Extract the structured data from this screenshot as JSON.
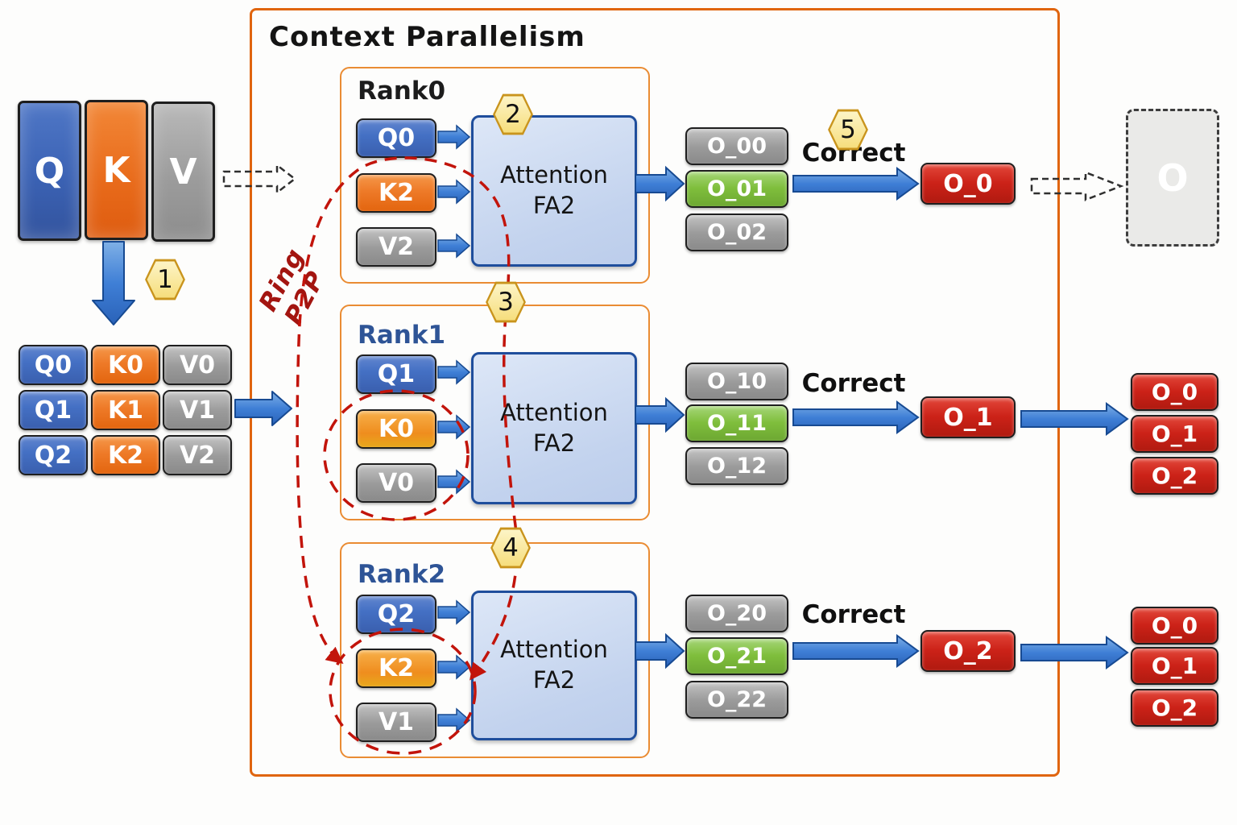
{
  "title": "Context Parallelism",
  "ring_label": "Ring P2P",
  "badges": [
    "1",
    "2",
    "3",
    "4",
    "5"
  ],
  "input": {
    "tensors": [
      "Q",
      "K",
      "V"
    ],
    "chip_rows": [
      [
        "Q0",
        "K0",
        "V0"
      ],
      [
        "Q1",
        "K1",
        "V1"
      ],
      [
        "Q2",
        "K2",
        "V2"
      ]
    ]
  },
  "ranks": [
    {
      "name": "Rank0",
      "chips": [
        "Q0",
        "K2",
        "V2"
      ],
      "attention": {
        "line1": "Attention",
        "line2": "FA2"
      },
      "outputs": [
        "O_00",
        "O_01",
        "O_02"
      ],
      "correct": "Correct",
      "result": "O_0"
    },
    {
      "name": "Rank1",
      "chips": [
        "Q1",
        "K0",
        "V0"
      ],
      "attention": {
        "line1": "Attention",
        "line2": "FA2"
      },
      "outputs": [
        "O_10",
        "O_11",
        "O_12"
      ],
      "correct": "Correct",
      "result": "O_1"
    },
    {
      "name": "Rank2",
      "chips": [
        "Q2",
        "K2",
        "V1"
      ],
      "attention": {
        "line1": "Attention",
        "line2": "FA2"
      },
      "outputs": [
        "O_20",
        "O_21",
        "O_22"
      ],
      "correct": "Correct",
      "result": "O_2"
    }
  ],
  "output": {
    "merged": "O",
    "stacks": [
      [
        "O_0",
        "O_1",
        "O_2"
      ],
      [
        "O_0",
        "O_1",
        "O_2"
      ]
    ]
  },
  "colors": {
    "container_orange": "#e0650f",
    "rank_border_orange": "#ea8c33",
    "chip_blue": "#4470c4",
    "chip_orange": "#ee7a28",
    "chip_gray": "#9b9b9b",
    "chip_green": "#7fbe3c",
    "chip_red": "#cc2218",
    "attention_fill": "#c3d3ee",
    "attention_border": "#1f4e9c",
    "arrow_blue": "#3f7fd6",
    "ring_red": "#c2140b",
    "badge_fill": "#f6dd7a",
    "badge_border": "#c9941d"
  }
}
